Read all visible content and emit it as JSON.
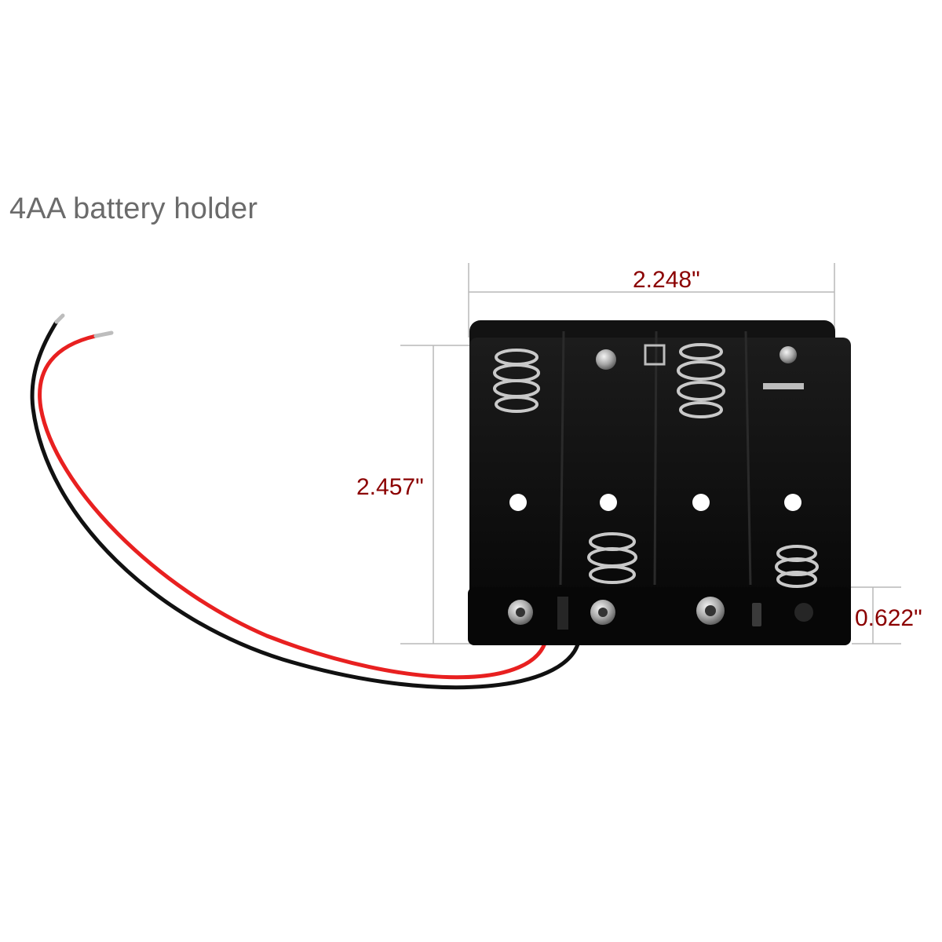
{
  "title": "4AA battery holder",
  "dimensions": {
    "width_label": "2.248\"",
    "height_label": "2.457\"",
    "thickness_label": "0.622\""
  },
  "colors": {
    "dimension_text": "#8b0000",
    "title_text": "#6b6b6b",
    "holder_body": "#0b0b0b",
    "wire_red": "#e82020",
    "wire_black": "#111111"
  },
  "product": {
    "battery_slots": 4,
    "battery_type": "AA"
  }
}
